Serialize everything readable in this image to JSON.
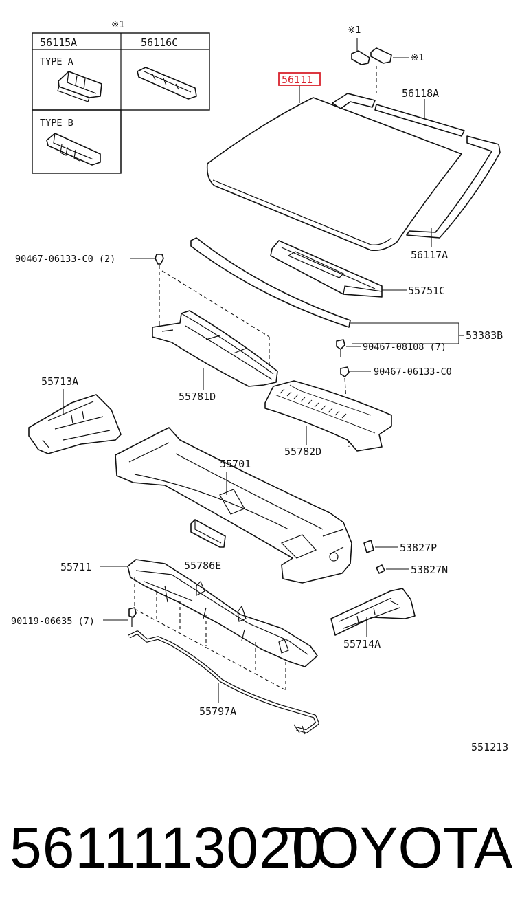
{
  "diagram": {
    "highlight_color": "#d9232e",
    "inset": {
      "note": "※1",
      "col_a": "56115A",
      "col_b": "56116C",
      "type_a": "TYPE A",
      "type_b": "TYPE B"
    },
    "callouts": {
      "note_top": "※1",
      "note_right": "※1",
      "p56111": "56111",
      "p56118A": "56118A",
      "p56117A": "56117A",
      "b90467_06133_C0_2": "90467-06133-C0 (2)",
      "p55751C": "55751C",
      "p53383B": "53383B",
      "b90467_08108_7": "90467-08108 (7)",
      "b90467_06133_C0": "90467-06133-C0",
      "p55713A": "55713A",
      "p55781D": "55781D",
      "p55782D": "55782D",
      "p55701": "55701",
      "p53827P": "53827P",
      "p55711": "55711",
      "p55786E": "55786E",
      "p53827N": "53827N",
      "b90119_06635_7": "90119-06635 (7)",
      "p55714A": "55714A",
      "p55797A": "55797A",
      "ref": "551213"
    }
  },
  "footer": {
    "part_number": "5611113020",
    "brand": "TOYOTA"
  }
}
